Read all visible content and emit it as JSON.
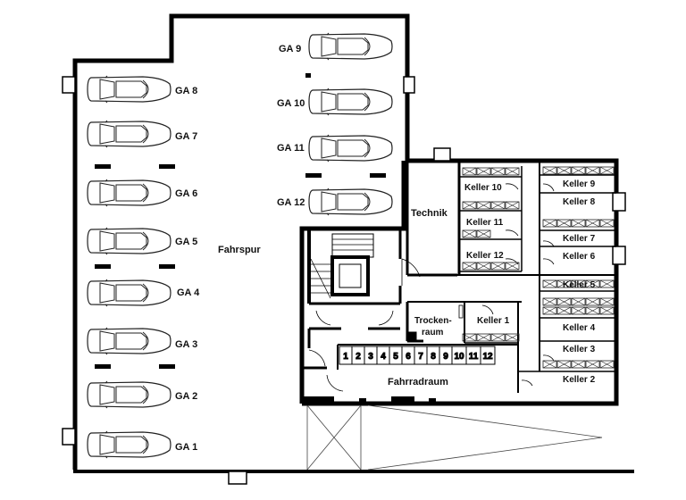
{
  "garages": {
    "ga1": "GA 1",
    "ga2": "GA 2",
    "ga3": "GA 3",
    "ga4": "GA 4",
    "ga5": "GA 5",
    "ga6": "GA 6",
    "ga7": "GA 7",
    "ga8": "GA 8",
    "ga9": "GA 9",
    "ga10": "GA 10",
    "ga11": "GA 11",
    "ga12": "GA 12"
  },
  "rooms": {
    "fahrspur": "Fahrspur",
    "technik": "Technik",
    "trocken_line1": "Trocken-",
    "trocken_line2": "raum",
    "fahrradraum": "Fahrradraum"
  },
  "keller": {
    "k1": "Keller 1",
    "k2": "Keller 2",
    "k3": "Keller 3",
    "k4": "Keller 4",
    "k5": "Keller 5",
    "k6": "Keller 6",
    "k7": "Keller 7",
    "k8": "Keller 8",
    "k9": "Keller 9",
    "k10": "Keller 10",
    "k11": "Keller 11",
    "k12": "Keller 12"
  },
  "bike_slots": [
    "1",
    "2",
    "3",
    "4",
    "5",
    "6",
    "7",
    "8",
    "9",
    "10",
    "11",
    "12"
  ],
  "colors": {
    "wall": "#000000",
    "line": "#222222",
    "background": "#ffffff"
  }
}
